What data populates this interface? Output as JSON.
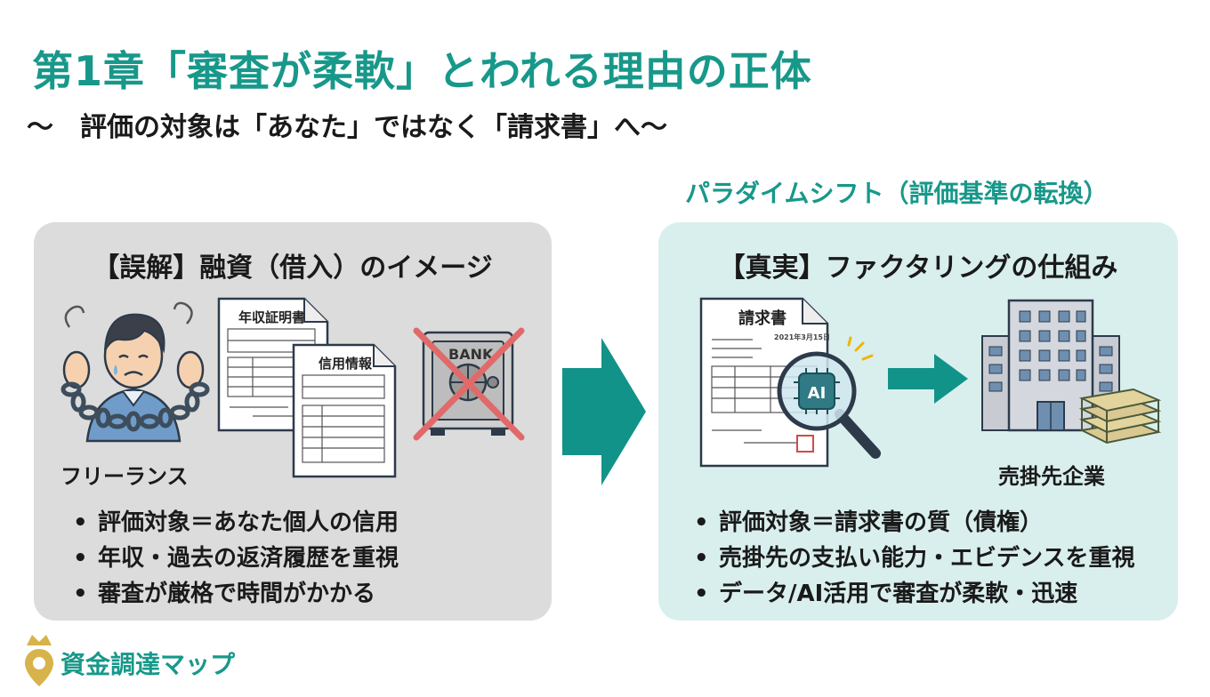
{
  "title": "第1章「審査が柔軟」とわれる理由の正体",
  "subtitle": "〜　評価の対象は「あなた」ではなく「請求書」へ〜",
  "paradigm_label": "パラダイムシフト（評価基準の転換）",
  "left_panel": {
    "title": "【誤解】融資（借入）のイメージ",
    "doc1_title": "年収証明書",
    "doc2_title": "信用情報",
    "safe_label": "BANK",
    "person_caption": "フリーランス",
    "bullet_mark": "•",
    "bullets": [
      "評価対象＝あなた個人の信用",
      "年収・過去の返済履歴を重視",
      "審査が厳格で時間がかかる"
    ]
  },
  "right_panel": {
    "title": "【真実】ファクタリングの仕組み",
    "invoice_title": "請求書",
    "invoice_date": "2021年3月15日",
    "ai_label": "AI",
    "company_caption": "売掛先企業",
    "bullet_mark": "•",
    "bullets": [
      "評価対象＝請求書の質（債権）",
      "売掛先の支払い能力・エビデンスを重視",
      "データ/AI活用で審査が柔軟・迅速"
    ]
  },
  "brand": {
    "name": "資金調達マップ"
  },
  "colors": {
    "accent": "#17988a",
    "arrow": "#129389",
    "left_bg": "#dcdcdc",
    "right_bg": "#d9efed",
    "cross": "#e06a6a"
  },
  "icons": [
    "stressed-person-icon",
    "chain-icon",
    "document-icon",
    "bank-safe-icon",
    "cross-icon",
    "big-arrow-icon",
    "invoice-icon",
    "magnifier-ai-icon",
    "building-icon",
    "cash-stack-icon",
    "crown-pin-logo-icon"
  ]
}
